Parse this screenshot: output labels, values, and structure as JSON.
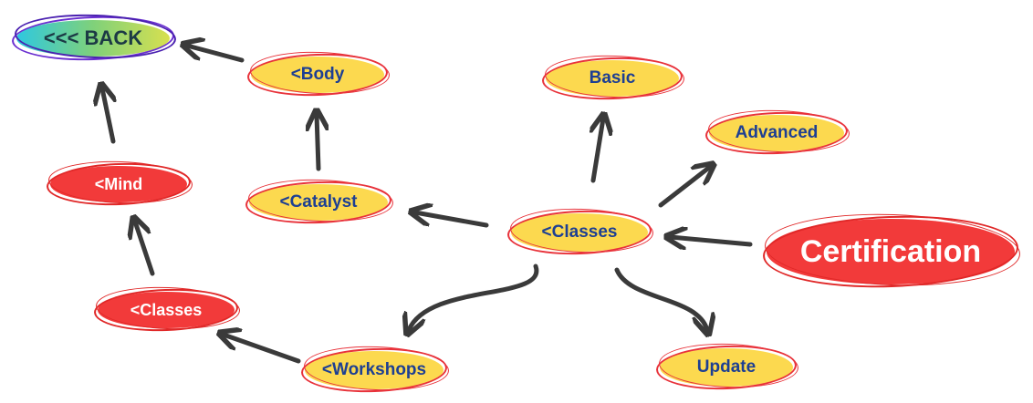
{
  "nodes": {
    "back": "<<< BACK",
    "body": "<Body",
    "catalyst": "<Catalyst",
    "mind": "<Mind",
    "classes_left": "<Classes",
    "workshops": "<Workshops",
    "classes_center": "<Classes",
    "basic": "Basic",
    "advanced": "Advanced",
    "update": "Update",
    "certification": "Certification"
  },
  "colors": {
    "yellow_node": "#fcd94f",
    "red_node": "#f23a3a",
    "node_text_blue": "#1d3f93",
    "arrow": "#3a3a3a",
    "back_gradient_start": "#2ec8e0",
    "back_gradient_end": "#d8e04f",
    "back_ring": "#6a2fd0"
  }
}
